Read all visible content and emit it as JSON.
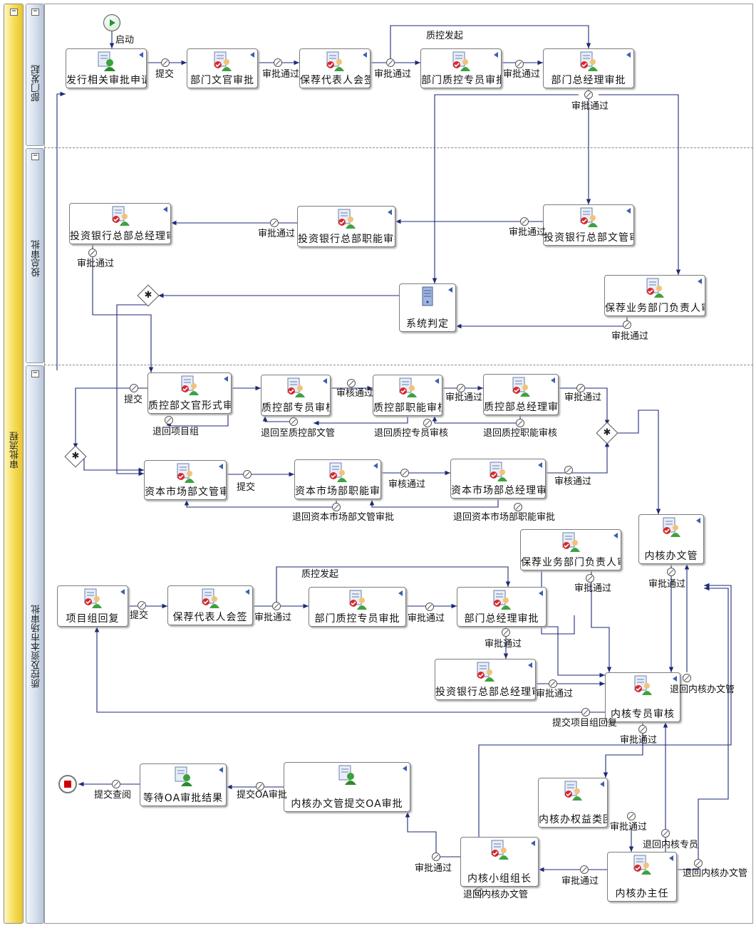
{
  "pool": {
    "label": "审批流程"
  },
  "lanes": [
    {
      "id": "lane1",
      "label": "部门发起"
    },
    {
      "id": "lane2",
      "label": "投总审批"
    },
    {
      "id": "lane3",
      "label": "质控及资本市场审批"
    }
  ],
  "tasks": [
    {
      "id": "t1",
      "label": "发行相关审批申请",
      "icon": "user-green-icon"
    },
    {
      "id": "t2",
      "label": "部门文官审批",
      "icon": "user-check-icon"
    },
    {
      "id": "t3",
      "label": "保荐代表人会签",
      "icon": "user-check-icon"
    },
    {
      "id": "t4",
      "label": "部门质控专员审批",
      "icon": "user-check-icon"
    },
    {
      "id": "t5",
      "label": "部门总经理审批",
      "icon": "user-check-icon"
    },
    {
      "id": "t6",
      "label": "投资银行总部总经理审批",
      "icon": "user-check-icon"
    },
    {
      "id": "t7",
      "label": "投资银行总部职能审批",
      "icon": "user-check-icon"
    },
    {
      "id": "t8",
      "label": "投资银行总部文管审批",
      "icon": "user-check-icon"
    },
    {
      "id": "t9",
      "label": "系统判定",
      "icon": "server-icon"
    },
    {
      "id": "t10",
      "label": "保荐业务部门负责人审核",
      "icon": "user-check-icon"
    },
    {
      "id": "t11",
      "label": "质控部文官形式审核",
      "icon": "user-check-icon"
    },
    {
      "id": "t12",
      "label": "质控部专员审核",
      "icon": "user-check-icon"
    },
    {
      "id": "t13",
      "label": "质控部职能审核",
      "icon": "user-check-icon"
    },
    {
      "id": "t14",
      "label": "质控部总经理审批",
      "icon": "user-check-icon"
    },
    {
      "id": "t15",
      "label": "资本市场部文管审批",
      "icon": "user-check-icon"
    },
    {
      "id": "t16",
      "label": "资本市场部职能审核",
      "icon": "user-check-icon"
    },
    {
      "id": "t17",
      "label": "资本市场部总经理审批",
      "icon": "user-check-icon"
    },
    {
      "id": "t18",
      "label": "内核办文管",
      "icon": "user-check-icon"
    },
    {
      "id": "t19",
      "label": "保荐业务部门负责人审核",
      "icon": "user-check-icon"
    },
    {
      "id": "t20",
      "label": "项目组回复",
      "icon": "user-check-icon"
    },
    {
      "id": "t21",
      "label": "保荐代表人会签",
      "icon": "user-check-icon"
    },
    {
      "id": "t22",
      "label": "部门质控专员审批",
      "icon": "user-check-icon"
    },
    {
      "id": "t23",
      "label": "部门总经理审批",
      "icon": "user-check-icon"
    },
    {
      "id": "t24",
      "label": "投资银行总部总经理审批",
      "icon": "user-check-icon"
    },
    {
      "id": "t25",
      "label": "内核专员审核",
      "icon": "user-check-icon"
    },
    {
      "id": "t26",
      "label": "等待OA审批结果",
      "icon": "user-green-icon"
    },
    {
      "id": "t27",
      "label": "内核办文管提交OA审批",
      "icon": "user-green-icon"
    },
    {
      "id": "t28",
      "label": "内核办权益类团队负责人",
      "icon": "user-check-icon"
    },
    {
      "id": "t29",
      "label": "内核小组组长",
      "icon": "user-check-icon"
    },
    {
      "id": "t30",
      "label": "内核办主任",
      "icon": "user-check-icon"
    }
  ],
  "edge_labels": [
    {
      "id": "e1",
      "text": "启动"
    },
    {
      "id": "e2",
      "text": "提交"
    },
    {
      "id": "e3",
      "text": "审批通过"
    },
    {
      "id": "e4",
      "text": "审批通过"
    },
    {
      "id": "e5",
      "text": "质控发起"
    },
    {
      "id": "e6",
      "text": "审批通过"
    },
    {
      "id": "e7",
      "text": "审批通过"
    },
    {
      "id": "e8",
      "text": "审批通过"
    },
    {
      "id": "e9",
      "text": "审批通过"
    },
    {
      "id": "e10",
      "text": "审批通过"
    },
    {
      "id": "e11",
      "text": "审批通过"
    },
    {
      "id": "e12",
      "text": "提交"
    },
    {
      "id": "e13",
      "text": "退回项目组"
    },
    {
      "id": "e14",
      "text": "审核通过"
    },
    {
      "id": "e15",
      "text": "退回至质控部文管"
    },
    {
      "id": "e16",
      "text": "审批通过"
    },
    {
      "id": "e17",
      "text": "退回质控专员审核"
    },
    {
      "id": "e18",
      "text": "审批通过"
    },
    {
      "id": "e19",
      "text": "退回质控职能审核"
    },
    {
      "id": "e20",
      "text": "提交"
    },
    {
      "id": "e21",
      "text": "审核通过"
    },
    {
      "id": "e22",
      "text": "审核通过"
    },
    {
      "id": "e23",
      "text": "退回资本市场部文管审批"
    },
    {
      "id": "e24",
      "text": "退回资本市场部职能审批"
    },
    {
      "id": "e25",
      "text": "审批通过"
    },
    {
      "id": "e26",
      "text": "质控发起"
    },
    {
      "id": "e27",
      "text": "提交"
    },
    {
      "id": "e28",
      "text": "审批通过"
    },
    {
      "id": "e29",
      "text": "审批通过"
    },
    {
      "id": "e30",
      "text": "审批通过"
    },
    {
      "id": "e31",
      "text": "审批通过"
    },
    {
      "id": "e32",
      "text": "审批通过"
    },
    {
      "id": "e33",
      "text": "退回内核办文管"
    },
    {
      "id": "e34",
      "text": "提交项目组回复"
    },
    {
      "id": "e35",
      "text": "审批通过"
    },
    {
      "id": "e36",
      "text": "提交查阅"
    },
    {
      "id": "e37",
      "text": "提交OA审批"
    },
    {
      "id": "e38",
      "text": "审批通过"
    },
    {
      "id": "e39",
      "text": "退回内核专员"
    },
    {
      "id": "e40",
      "text": "审批通过"
    },
    {
      "id": "e41",
      "text": "退回内核办文管"
    },
    {
      "id": "e42",
      "text": "审批通过"
    },
    {
      "id": "e43",
      "text": "退回内核办文管"
    }
  ]
}
